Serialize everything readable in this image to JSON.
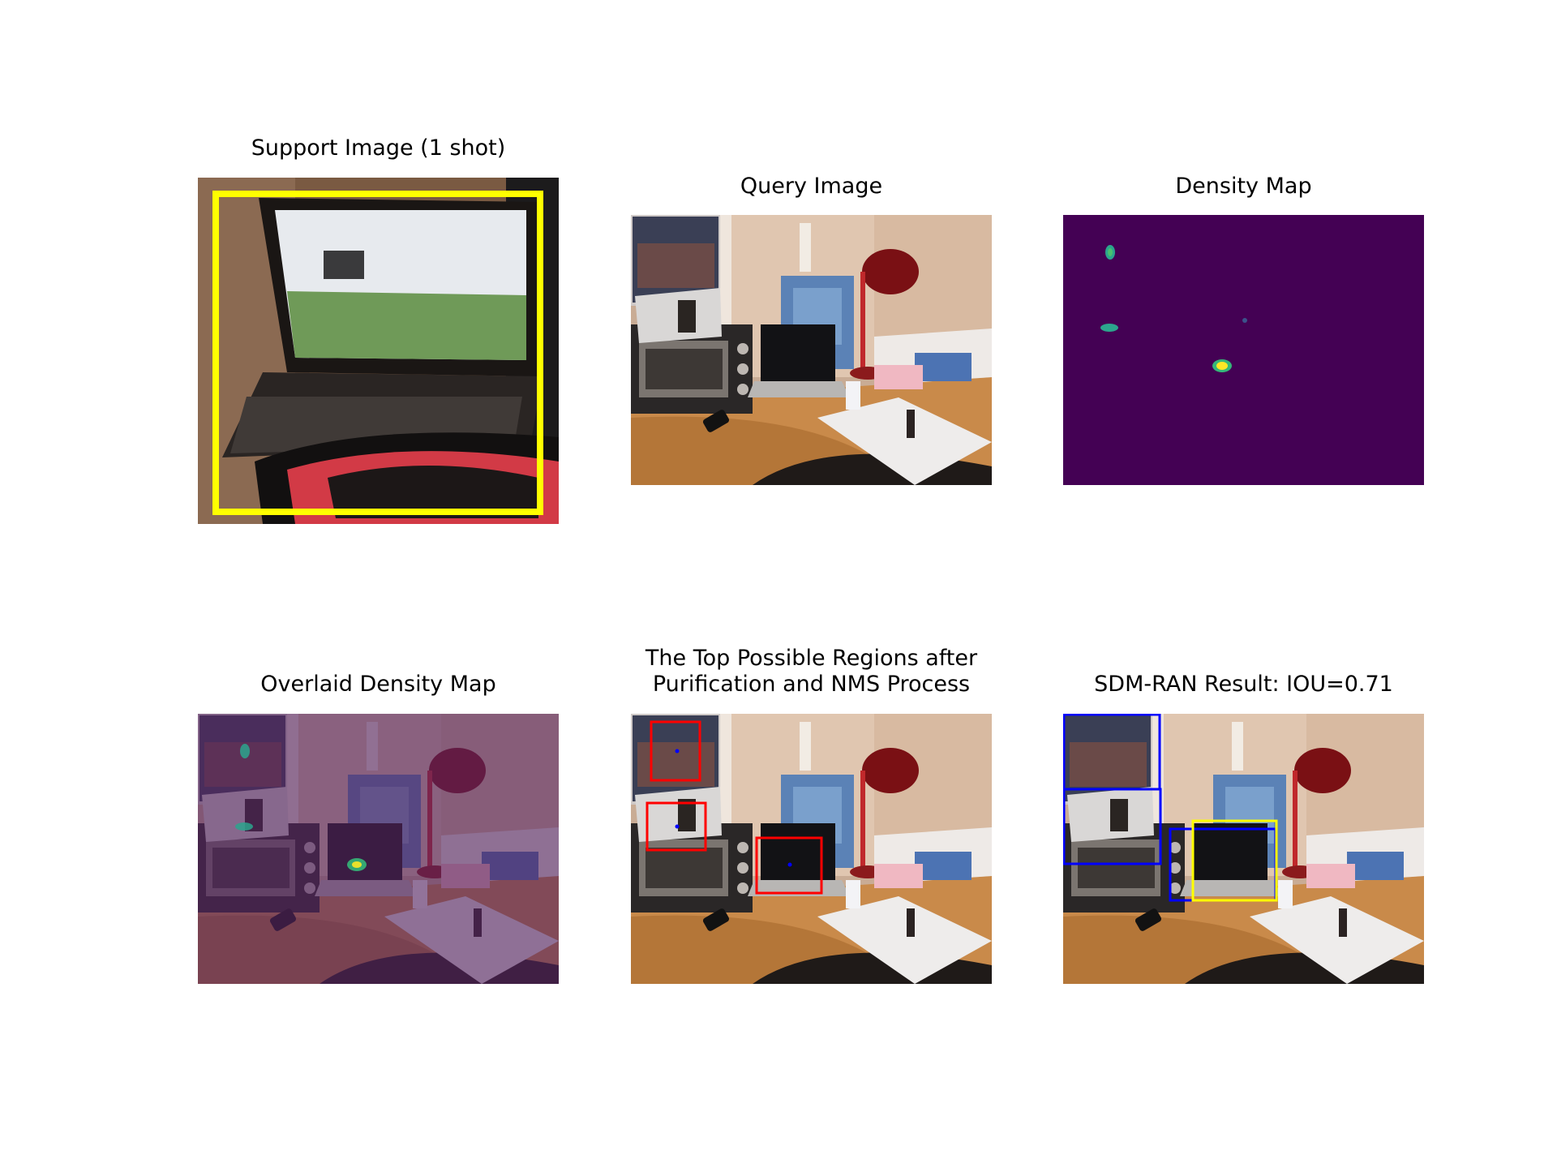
{
  "figure": {
    "panels": [
      {
        "id": "support",
        "title": "Support Image (1 shot)",
        "content": "photo of a laptop on a carpet with a red bag, outlined by a yellow box"
      },
      {
        "id": "query",
        "title": "Query Image",
        "content": "photo of a cluttered desk with toaster oven, laptop, red lamp and blue box"
      },
      {
        "id": "density",
        "title": "Density Map",
        "content": "dark purple field with three small bright blobs"
      },
      {
        "id": "overlaid",
        "title": "Overlaid Density Map",
        "content": "query photo tinted purple with density blobs"
      },
      {
        "id": "regions",
        "title_line1": "The Top Possible Regions after",
        "title_line2": "Purification and NMS Process",
        "content": "query photo with three red candidate boxes and blue center dots"
      },
      {
        "id": "result",
        "title": "SDM-RAN Result: IOU=0.71",
        "content": "query photo with blue predicted boxes and a yellow ground-truth box"
      }
    ],
    "colors": {
      "support_box": "#ffff00",
      "density_bg": "#440154",
      "region_box": "#ff0000",
      "result_blue": "#0000ff",
      "result_yellow": "#ffff00"
    }
  }
}
